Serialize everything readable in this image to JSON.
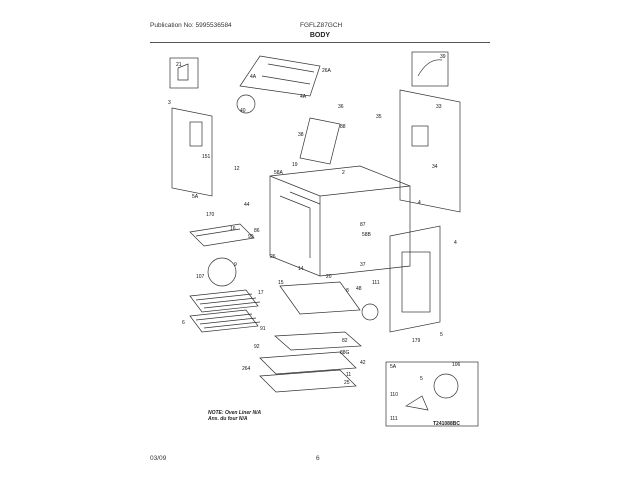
{
  "header": {
    "publication": "Publication No: 5995536584",
    "model": "FGFLZ87GCH"
  },
  "title": "BODY",
  "footer": {
    "date": "03/09",
    "page": "6"
  },
  "note": {
    "line1": "NOTE: Oven Liner N/A",
    "line2": "Ans. du four N/A"
  },
  "diagram_code": "T241088BC",
  "callouts": [
    "21",
    "3",
    "4A",
    "26A",
    "4A",
    "39",
    "33",
    "40",
    "36",
    "151",
    "38",
    "88",
    "12",
    "19",
    "58A",
    "2",
    "44",
    "170",
    "5A",
    "16",
    "99",
    "107",
    "9",
    "14",
    "26",
    "17",
    "15",
    "20",
    "6",
    "48",
    "111",
    "37",
    "179",
    "5",
    "8",
    "91",
    "82",
    "92",
    "88G",
    "42",
    "264",
    "11",
    "25",
    "5A",
    "106",
    "110",
    "111",
    "5",
    "87",
    "58B",
    "86",
    "4",
    "4",
    "35",
    "34"
  ],
  "colors": {
    "ink": "#222222",
    "rule": "#555555"
  }
}
